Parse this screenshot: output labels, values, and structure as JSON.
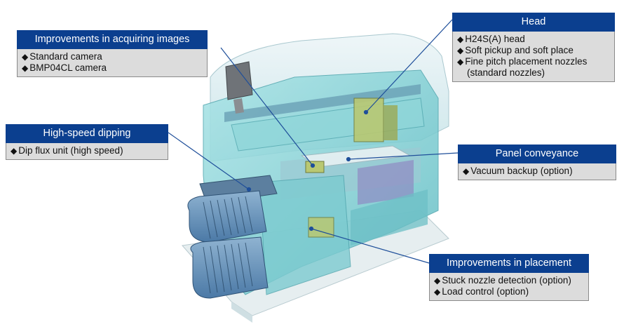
{
  "callouts": {
    "acquiring": {
      "title": "Improvements in acquiring images",
      "items": [
        "Standard camera",
        "BMP04CL camera"
      ]
    },
    "dipping": {
      "title": "High-speed dipping",
      "items": [
        "Dip flux unit (high speed)"
      ]
    },
    "head": {
      "title": "Head",
      "items": [
        "H24S(A) head",
        "Soft pickup and soft place",
        "Fine pitch placement nozzles"
      ],
      "continuation": "(standard nozzles)"
    },
    "panel": {
      "title": "Panel conveyance",
      "items": [
        "Vacuum backup (option)"
      ]
    },
    "placement": {
      "title": "Improvements in placement",
      "items": [
        "Stuck nozzle detection (option)",
        "Load control (option)"
      ]
    }
  },
  "bullet_glyph": "◆",
  "colors": {
    "header_bg": "#0b3f8f",
    "body_bg": "#dcdcdc",
    "leader_line": "#1f4f9a",
    "machine_body": "#7fd3d6"
  }
}
